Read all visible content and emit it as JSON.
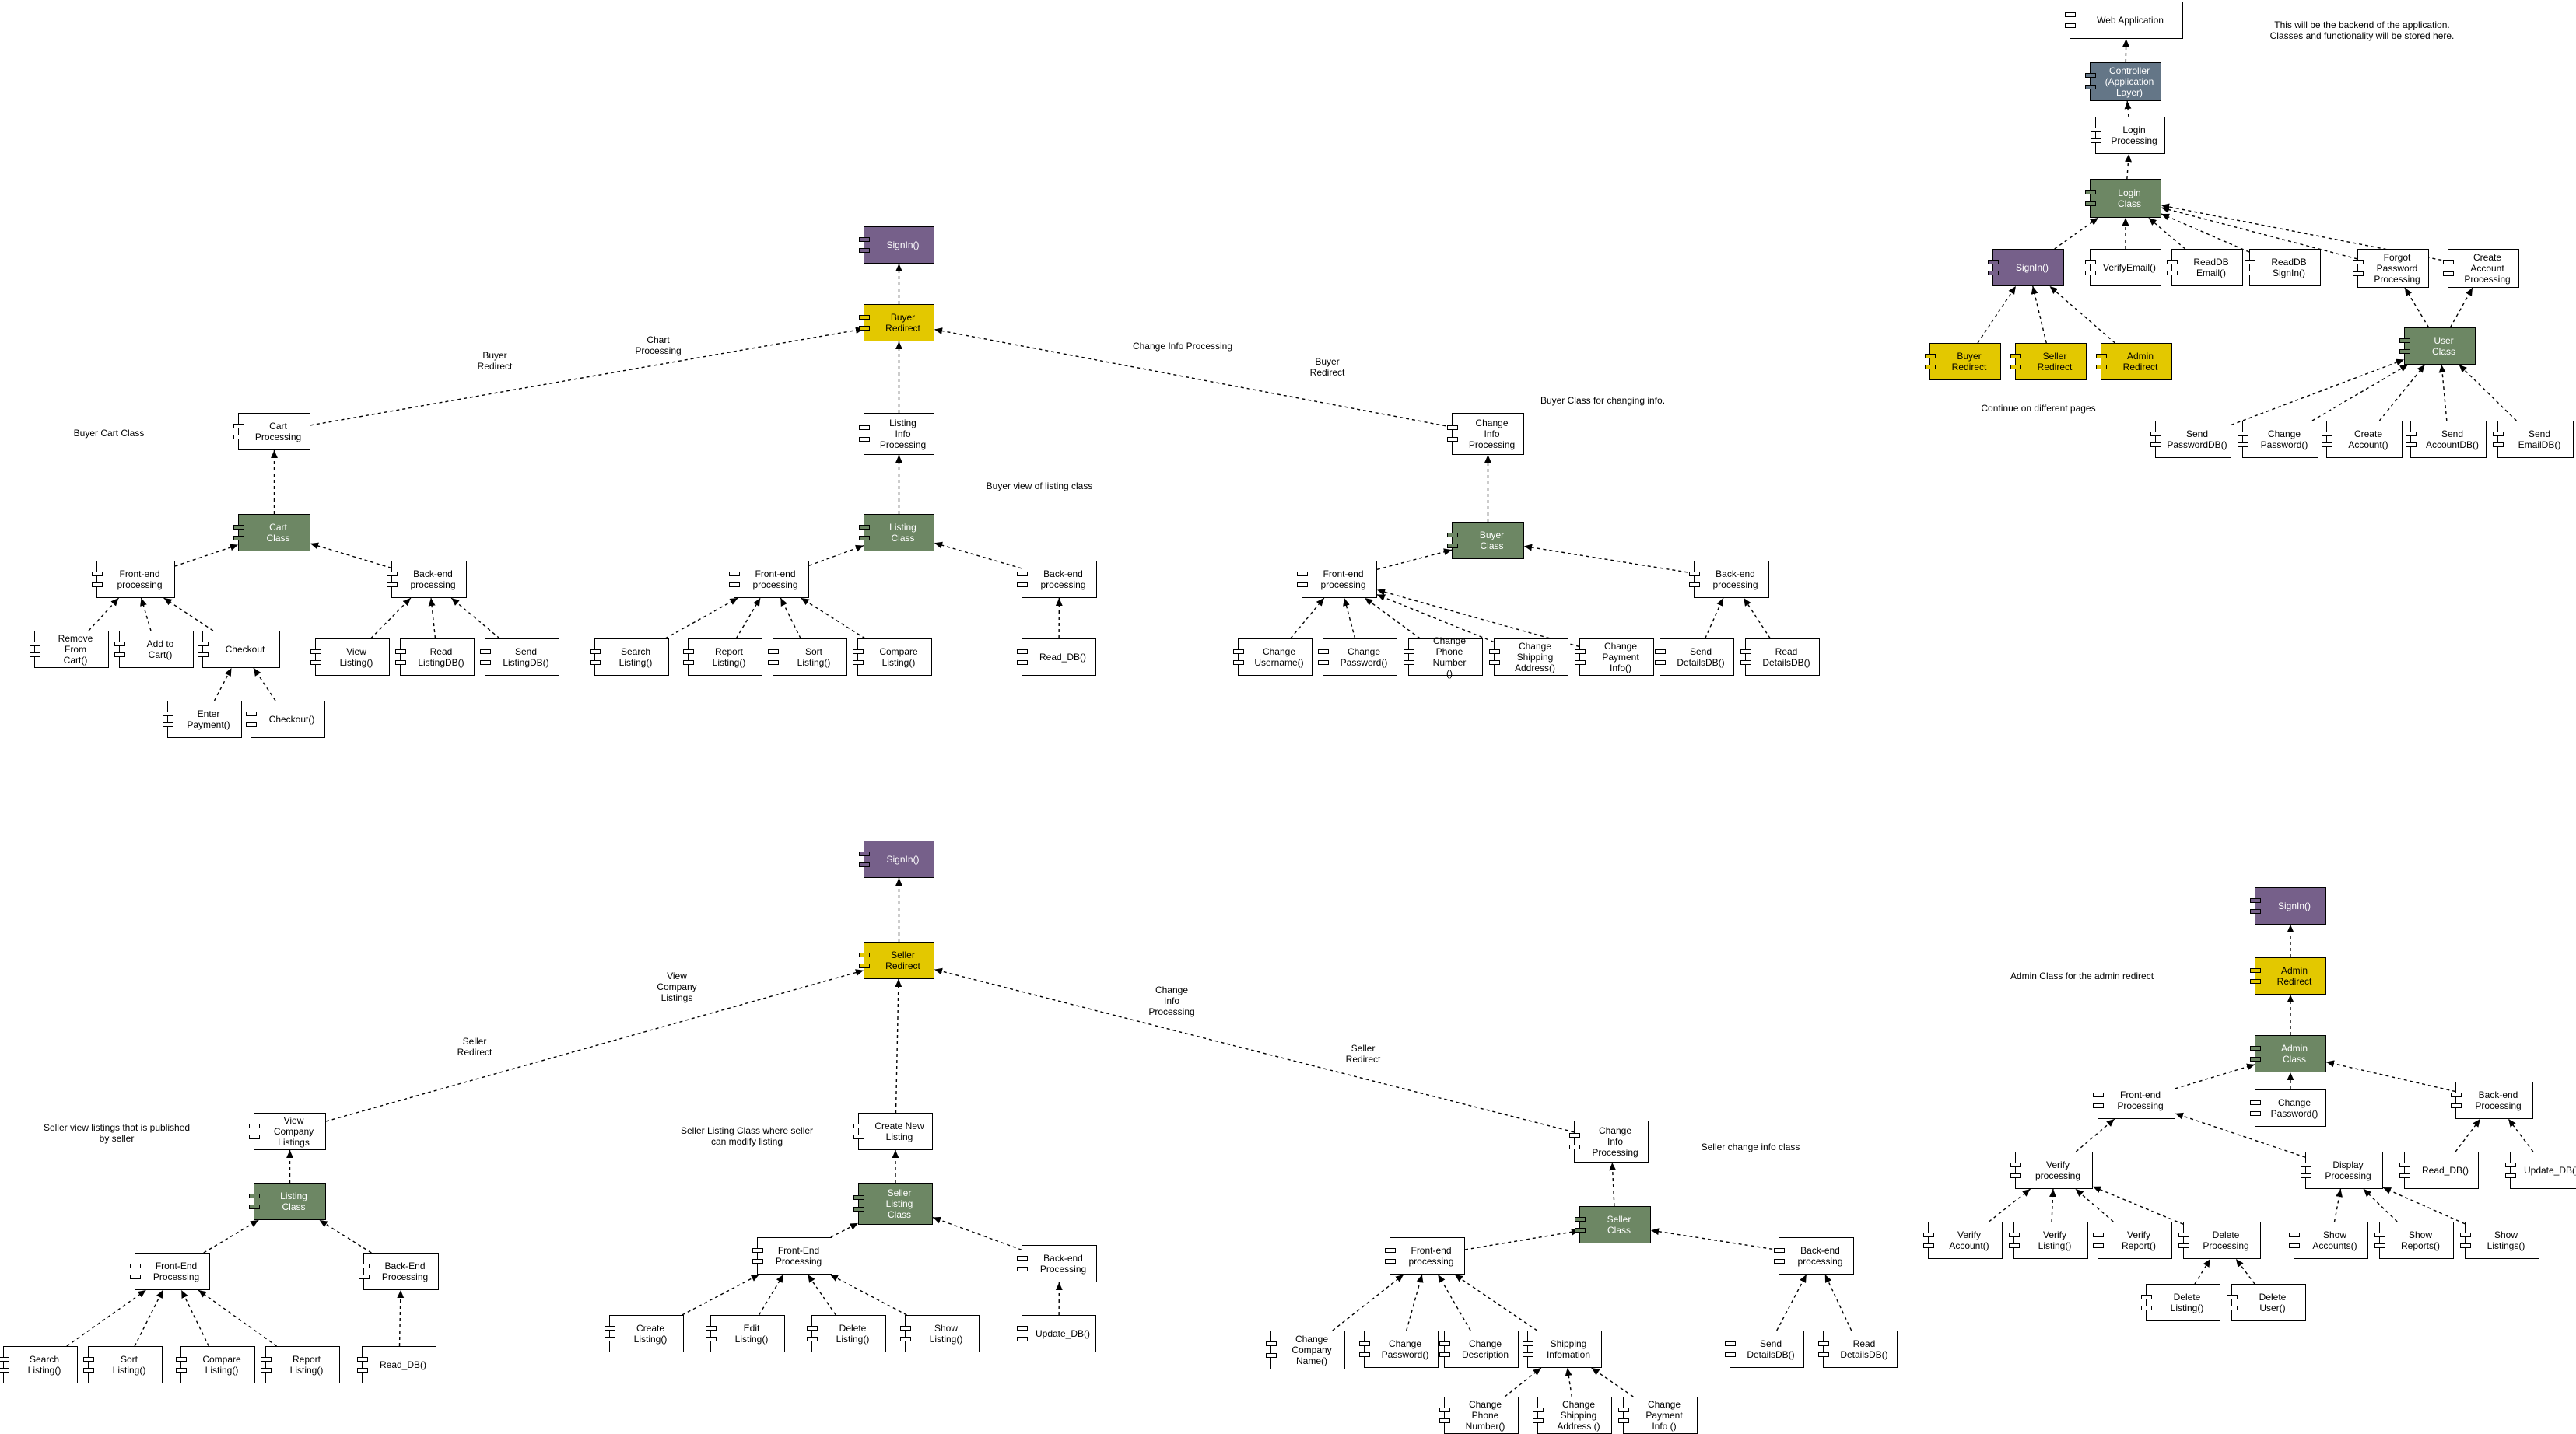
{
  "nodes": [
    {
      "id": "bs_signin",
      "text": "SignIn()",
      "style": "purple"
    },
    {
      "id": "bs_redirect",
      "text": "Buyer\nRedirect",
      "style": "yellow"
    },
    {
      "id": "cart_proc",
      "text": "Cart\nProcessing",
      "style": "white"
    },
    {
      "id": "cart_class",
      "text": "Cart\nClass",
      "style": "green"
    },
    {
      "id": "cart_front",
      "text": "Front-end\nprocessing",
      "style": "white"
    },
    {
      "id": "cart_back",
      "text": "Back-end\nprocessing",
      "style": "white"
    },
    {
      "id": "remove_cart",
      "text": "Remove\nFrom\nCart()",
      "style": "white"
    },
    {
      "id": "add_cart",
      "text": "Add to\nCart()",
      "style": "white"
    },
    {
      "id": "checkout",
      "text": "Checkout",
      "style": "white"
    },
    {
      "id": "enter_payment",
      "text": "Enter\nPayment()",
      "style": "white"
    },
    {
      "id": "checkout_fn",
      "text": "Checkout()",
      "style": "white"
    },
    {
      "id": "view_listing",
      "text": "View\nListing()",
      "style": "white"
    },
    {
      "id": "read_listingdb",
      "text": "Read\nListingDB()",
      "style": "white"
    },
    {
      "id": "send_listingdb",
      "text": "Send\nListingDB()",
      "style": "white"
    },
    {
      "id": "listing_info",
      "text": "Listing\nInfo\nProcessing",
      "style": "white"
    },
    {
      "id": "listing_class",
      "text": "Listing\nClass",
      "style": "green"
    },
    {
      "id": "lst_front",
      "text": "Front-end\nprocessing",
      "style": "white"
    },
    {
      "id": "lst_back",
      "text": "Back-end\nprocessing",
      "style": "white"
    },
    {
      "id": "search_listing",
      "text": "Search\nListing()",
      "style": "white"
    },
    {
      "id": "report_listing",
      "text": "Report\nListing()",
      "style": "white"
    },
    {
      "id": "sort_listing",
      "text": "Sort\nListing()",
      "style": "white"
    },
    {
      "id": "compare_listing",
      "text": "Compare\nListing()",
      "style": "white"
    },
    {
      "id": "lst_read_db",
      "text": "Read_DB()",
      "style": "white"
    },
    {
      "id": "change_info",
      "text": "Change\nInfo\nProcessing",
      "style": "white"
    },
    {
      "id": "buyer_class",
      "text": "Buyer\nClass",
      "style": "green"
    },
    {
      "id": "buy_front",
      "text": "Front-end\nprocessing",
      "style": "white"
    },
    {
      "id": "buy_back",
      "text": "Back-end\nprocessing",
      "style": "white"
    },
    {
      "id": "chg_username",
      "text": "Change\nUsername()",
      "style": "white"
    },
    {
      "id": "chg_password",
      "text": "Change\nPassword()",
      "style": "white"
    },
    {
      "id": "chg_phone",
      "text": "Change\nPhone Number\n()",
      "style": "white"
    },
    {
      "id": "chg_shipping",
      "text": "Change\nShipping\nAddress()",
      "style": "white"
    },
    {
      "id": "chg_payment",
      "text": "Change\nPayment\nInfo()",
      "style": "white"
    },
    {
      "id": "send_details",
      "text": "Send\nDetailsDB()",
      "style": "white"
    },
    {
      "id": "read_details",
      "text": "Read\nDetailsDB()",
      "style": "white"
    },
    {
      "id": "web_app",
      "text": "Web Application",
      "style": "white"
    },
    {
      "id": "controller",
      "text": "Controller\n(Application\nLayer)",
      "style": "slate"
    },
    {
      "id": "login_proc",
      "text": "Login\nProcessing",
      "style": "white"
    },
    {
      "id": "login_class",
      "text": "Login\nClass",
      "style": "green"
    },
    {
      "id": "tr_signin",
      "text": "SignIn()",
      "style": "purple"
    },
    {
      "id": "verify_email",
      "text": "VerifyEmail()",
      "style": "white"
    },
    {
      "id": "readdb_email",
      "text": "ReadDB\nEmail()",
      "style": "white"
    },
    {
      "id": "readdb_signin",
      "text": "ReadDB\nSignIn()",
      "style": "white"
    },
    {
      "id": "forgot_pw",
      "text": "Forgot\nPassword\nProcessing",
      "style": "white"
    },
    {
      "id": "create_acct_proc",
      "text": "Create\nAccount\nProcessing",
      "style": "white"
    },
    {
      "id": "tr_buyer_redirect",
      "text": "Buyer\nRedirect",
      "style": "yellow"
    },
    {
      "id": "tr_seller_redirect",
      "text": "Seller\nRedirect",
      "style": "yellow"
    },
    {
      "id": "tr_admin_redirect",
      "text": "Admin\nRedirect",
      "style": "yellow"
    },
    {
      "id": "user_class",
      "text": "User\nClass",
      "style": "green"
    },
    {
      "id": "send_pwdb",
      "text": "Send\nPasswordDB()",
      "style": "white"
    },
    {
      "id": "usr_chg_pw",
      "text": "Change\nPassword()",
      "style": "white"
    },
    {
      "id": "create_account",
      "text": "Create\nAccount()",
      "style": "white"
    },
    {
      "id": "send_acctdb",
      "text": "Send\nAccountDB()",
      "style": "white"
    },
    {
      "id": "send_emaildb",
      "text": "Send\nEmailDB()",
      "style": "white"
    },
    {
      "id": "ss_signin",
      "text": "SignIn()",
      "style": "purple"
    },
    {
      "id": "ss_redirect",
      "text": "Seller\nRedirect",
      "style": "yellow"
    },
    {
      "id": "view_company",
      "text": "View\nCompany\nListings",
      "style": "white"
    },
    {
      "id": "s_listing_class",
      "text": "Listing\nClass",
      "style": "green"
    },
    {
      "id": "s_front",
      "text": "Front-End\nProcessing",
      "style": "white"
    },
    {
      "id": "s_back",
      "text": "Back-End\nProcessing",
      "style": "white"
    },
    {
      "id": "s_search",
      "text": "Search\nListing()",
      "style": "white"
    },
    {
      "id": "s_sort",
      "text": "Sort\nListing()",
      "style": "white"
    },
    {
      "id": "s_compare",
      "text": "Compare\nListing()",
      "style": "white"
    },
    {
      "id": "s_report",
      "text": "Report\nListing()",
      "style": "white"
    },
    {
      "id": "s_read_db",
      "text": "Read_DB()",
      "style": "white"
    },
    {
      "id": "create_new_listing",
      "text": "Create New\nListing",
      "style": "white"
    },
    {
      "id": "sl_class",
      "text": "Seller\nListing\nClass",
      "style": "green"
    },
    {
      "id": "sl_front",
      "text": "Front-End\nProcessing",
      "style": "white"
    },
    {
      "id": "sl_back",
      "text": "Back-end\nProcessing",
      "style": "white"
    },
    {
      "id": "sl_create",
      "text": "Create\nListing()",
      "style": "white"
    },
    {
      "id": "sl_edit",
      "text": "Edit\nListing()",
      "style": "white"
    },
    {
      "id": "sl_delete",
      "text": "Delete\nListing()",
      "style": "white"
    },
    {
      "id": "sl_show",
      "text": "Show\nListing()",
      "style": "white"
    },
    {
      "id": "sl_update_db",
      "text": "Update_DB()",
      "style": "white"
    },
    {
      "id": "s_change_info",
      "text": "Change\nInfo\nProcessing",
      "style": "white"
    },
    {
      "id": "seller_class",
      "text": "Seller\nClass",
      "style": "green"
    },
    {
      "id": "sc_front",
      "text": "Front-end\nprocessing",
      "style": "white"
    },
    {
      "id": "sc_back",
      "text": "Back-end\nprocessing",
      "style": "white"
    },
    {
      "id": "sc_company",
      "text": "Change\nCompany\nName()",
      "style": "white"
    },
    {
      "id": "sc_password",
      "text": "Change\nPassword()",
      "style": "white"
    },
    {
      "id": "sc_description",
      "text": "Change\nDescription",
      "style": "white"
    },
    {
      "id": "sc_shipping_info",
      "text": "Shipping\nInfomation",
      "style": "white"
    },
    {
      "id": "sc_phone",
      "text": "Change\nPhone Number()",
      "style": "white"
    },
    {
      "id": "sc_ship_addr",
      "text": "Change\nShipping\nAddress ()",
      "style": "white"
    },
    {
      "id": "sc_payment",
      "text": "Change\nPayment\nInfo ()",
      "style": "white"
    },
    {
      "id": "sc_send_details",
      "text": "Send\nDetailsDB()",
      "style": "white"
    },
    {
      "id": "sc_read_details",
      "text": "Read\nDetailsDB()",
      "style": "white"
    },
    {
      "id": "as_signin",
      "text": "SignIn()",
      "style": "purple"
    },
    {
      "id": "as_redirect",
      "text": "Admin\nRedirect",
      "style": "yellow"
    },
    {
      "id": "admin_class",
      "text": "Admin\nClass",
      "style": "green"
    },
    {
      "id": "ad_front",
      "text": "Front-end\nProcessing",
      "style": "white"
    },
    {
      "id": "ad_chg_pw",
      "text": "Change\nPassword()",
      "style": "white"
    },
    {
      "id": "ad_back",
      "text": "Back-end\nProcessing",
      "style": "white"
    },
    {
      "id": "verify_proc",
      "text": "Verify\nprocessing",
      "style": "white"
    },
    {
      "id": "display_proc",
      "text": "Display\nProcessing",
      "style": "white"
    },
    {
      "id": "ad_read_db",
      "text": "Read_DB()",
      "style": "white"
    },
    {
      "id": "ad_update_db",
      "text": "Update_DB()",
      "style": "white"
    },
    {
      "id": "verify_account",
      "text": "Verify\nAccount()",
      "style": "white"
    },
    {
      "id": "verify_listing",
      "text": "Verify\nListing()",
      "style": "white"
    },
    {
      "id": "verify_report",
      "text": "Verify\nReport()",
      "style": "white"
    },
    {
      "id": "delete_proc",
      "text": "Delete\nProcessing",
      "style": "white"
    },
    {
      "id": "show_accounts",
      "text": "Show\nAccounts()",
      "style": "white"
    },
    {
      "id": "show_reports",
      "text": "Show\nReports()",
      "style": "white"
    },
    {
      "id": "show_listings",
      "text": "Show\nListings()",
      "style": "white"
    },
    {
      "id": "ad_delete_listing",
      "text": "Delete\nListing()",
      "style": "white"
    },
    {
      "id": "ad_delete_user",
      "text": "Delete\nUser()",
      "style": "white"
    }
  ],
  "labels": [
    {
      "id": "lbl_buyer_cart",
      "text": "Buyer Cart Class"
    },
    {
      "id": "lbl_buyer_redirect_1",
      "text": "Buyer\nRedirect"
    },
    {
      "id": "lbl_chart_processing",
      "text": "Chart\nProcessing"
    },
    {
      "id": "lbl_change_info_processing",
      "text": "Change  Info Processing"
    },
    {
      "id": "lbl_buyer_redirect_2",
      "text": "Buyer\nRedirect"
    },
    {
      "id": "lbl_buyer_change_info",
      "text": "Buyer Class for changing info."
    },
    {
      "id": "lbl_buyer_view_listing",
      "text": "Buyer view of listing class"
    },
    {
      "id": "lbl_backend_note",
      "text": "This will be the backend of the application.\nClasses and functionality will be stored here."
    },
    {
      "id": "lbl_continue",
      "text": "Continue on different pages"
    },
    {
      "id": "lbl_view_company",
      "text": "View\nCompany\nListings"
    },
    {
      "id": "lbl_seller_redirect_1",
      "text": "Seller\nRedirect"
    },
    {
      "id": "lbl_seller_view_listings",
      "text": "Seller view listings that is published\nby  seller"
    },
    {
      "id": "lbl_seller_listing_class",
      "text": "Seller Listing Class where seller\ncan modify listing"
    },
    {
      "id": "lbl_change_info_proc_2",
      "text": "Change\nInfo\nProcessing"
    },
    {
      "id": "lbl_seller_redirect_2",
      "text": "Seller\nRedirect"
    },
    {
      "id": "lbl_seller_change_info",
      "text": "Seller change info class"
    },
    {
      "id": "lbl_admin_class",
      "text": "Admin Class for the admin redirect"
    }
  ],
  "edges": [
    [
      "bs_redirect",
      "bs_signin"
    ],
    [
      "cart_proc",
      "bs_redirect"
    ],
    [
      "listing_info",
      "bs_redirect"
    ],
    [
      "change_info",
      "bs_redirect"
    ],
    [
      "cart_class",
      "cart_proc"
    ],
    [
      "cart_front",
      "cart_class"
    ],
    [
      "cart_back",
      "cart_class"
    ],
    [
      "remove_cart",
      "cart_front"
    ],
    [
      "add_cart",
      "cart_front"
    ],
    [
      "checkout",
      "cart_front"
    ],
    [
      "enter_payment",
      "checkout"
    ],
    [
      "checkout_fn",
      "checkout"
    ],
    [
      "view_listing",
      "cart_back"
    ],
    [
      "read_listingdb",
      "cart_back"
    ],
    [
      "send_listingdb",
      "cart_back"
    ],
    [
      "listing_class",
      "listing_info"
    ],
    [
      "lst_front",
      "listing_class"
    ],
    [
      "lst_back",
      "listing_class"
    ],
    [
      "search_listing",
      "lst_front"
    ],
    [
      "report_listing",
      "lst_front"
    ],
    [
      "sort_listing",
      "lst_front"
    ],
    [
      "compare_listing",
      "lst_front"
    ],
    [
      "lst_read_db",
      "lst_back"
    ],
    [
      "buyer_class",
      "change_info"
    ],
    [
      "buy_front",
      "buyer_class"
    ],
    [
      "buy_back",
      "buyer_class"
    ],
    [
      "chg_username",
      "buy_front"
    ],
    [
      "chg_password",
      "buy_front"
    ],
    [
      "chg_phone",
      "buy_front"
    ],
    [
      "chg_shipping",
      "buy_front"
    ],
    [
      "chg_payment",
      "buy_front"
    ],
    [
      "send_details",
      "buy_back"
    ],
    [
      "read_details",
      "buy_back"
    ],
    [
      "controller",
      "web_app"
    ],
    [
      "login_proc",
      "controller"
    ],
    [
      "login_class",
      "login_proc"
    ],
    [
      "tr_signin",
      "login_class"
    ],
    [
      "verify_email",
      "login_class"
    ],
    [
      "readdb_email",
      "login_class"
    ],
    [
      "readdb_signin",
      "login_class"
    ],
    [
      "forgot_pw",
      "login_class"
    ],
    [
      "create_acct_proc",
      "login_class"
    ],
    [
      "user_class",
      "forgot_pw"
    ],
    [
      "user_class",
      "create_acct_proc"
    ],
    [
      "tr_buyer_redirect",
      "tr_signin"
    ],
    [
      "tr_seller_redirect",
      "tr_signin"
    ],
    [
      "tr_admin_redirect",
      "tr_signin"
    ],
    [
      "send_pwdb",
      "user_class"
    ],
    [
      "usr_chg_pw",
      "user_class"
    ],
    [
      "create_account",
      "user_class"
    ],
    [
      "send_acctdb",
      "user_class"
    ],
    [
      "send_emaildb",
      "user_class"
    ],
    [
      "ss_redirect",
      "ss_signin"
    ],
    [
      "view_company",
      "ss_redirect"
    ],
    [
      "create_new_listing",
      "ss_redirect"
    ],
    [
      "s_change_info",
      "ss_redirect"
    ],
    [
      "s_listing_class",
      "view_company"
    ],
    [
      "s_front",
      "s_listing_class"
    ],
    [
      "s_back",
      "s_listing_class"
    ],
    [
      "s_search",
      "s_front"
    ],
    [
      "s_sort",
      "s_front"
    ],
    [
      "s_compare",
      "s_front"
    ],
    [
      "s_report",
      "s_front"
    ],
    [
      "s_read_db",
      "s_back"
    ],
    [
      "sl_class",
      "create_new_listing"
    ],
    [
      "sl_front",
      "sl_class"
    ],
    [
      "sl_back",
      "sl_class"
    ],
    [
      "sl_create",
      "sl_front"
    ],
    [
      "sl_edit",
      "sl_front"
    ],
    [
      "sl_delete",
      "sl_front"
    ],
    [
      "sl_show",
      "sl_front"
    ],
    [
      "sl_update_db",
      "sl_back"
    ],
    [
      "seller_class",
      "s_change_info"
    ],
    [
      "sc_front",
      "seller_class"
    ],
    [
      "sc_back",
      "seller_class"
    ],
    [
      "sc_company",
      "sc_front"
    ],
    [
      "sc_password",
      "sc_front"
    ],
    [
      "sc_description",
      "sc_front"
    ],
    [
      "sc_shipping_info",
      "sc_front"
    ],
    [
      "sc_phone",
      "sc_shipping_info"
    ],
    [
      "sc_ship_addr",
      "sc_shipping_info"
    ],
    [
      "sc_payment",
      "sc_shipping_info"
    ],
    [
      "sc_send_details",
      "sc_back"
    ],
    [
      "sc_read_details",
      "sc_back"
    ],
    [
      "as_redirect",
      "as_signin"
    ],
    [
      "admin_class",
      "as_redirect"
    ],
    [
      "ad_front",
      "admin_class"
    ],
    [
      "ad_chg_pw",
      "admin_class"
    ],
    [
      "ad_back",
      "admin_class"
    ],
    [
      "verify_proc",
      "ad_front"
    ],
    [
      "display_proc",
      "ad_front"
    ],
    [
      "ad_read_db",
      "ad_back"
    ],
    [
      "ad_update_db",
      "ad_back"
    ],
    [
      "verify_account",
      "verify_proc"
    ],
    [
      "verify_listing",
      "verify_proc"
    ],
    [
      "verify_report",
      "verify_proc"
    ],
    [
      "delete_proc",
      "verify_proc"
    ],
    [
      "show_accounts",
      "display_proc"
    ],
    [
      "show_reports",
      "display_proc"
    ],
    [
      "show_listings",
      "display_proc"
    ],
    [
      "ad_delete_listing",
      "delete_proc"
    ],
    [
      "ad_delete_user",
      "delete_proc"
    ]
  ],
  "colors": {
    "purple": "#76608a",
    "yellow": "#e3c800",
    "green": "#6d8764",
    "slate": "#647687",
    "edge": "#000000"
  }
}
